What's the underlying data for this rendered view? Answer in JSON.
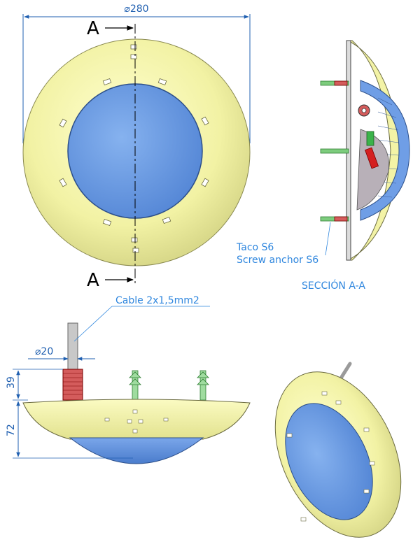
{
  "front_view": {
    "diameter_label": "⌀280",
    "section_top": "A",
    "section_bottom": "A"
  },
  "section_view": {
    "anchor_label_es": "Taco S6",
    "anchor_label_en": "Screw anchor S6",
    "title": "SECCIÓN A-A"
  },
  "side_view": {
    "cable_label": "Cable 2x1,5mm2",
    "cable_diameter": "⌀20",
    "height_cable": "39",
    "height_body": "72"
  },
  "colors": {
    "ring": "#f3f3a6",
    "lens": "#6f9ee6",
    "dimension": "#1f5fb0",
    "callout": "#2e86de",
    "conduit": "#d45c5c",
    "anchor": "#7dcc7d"
  }
}
